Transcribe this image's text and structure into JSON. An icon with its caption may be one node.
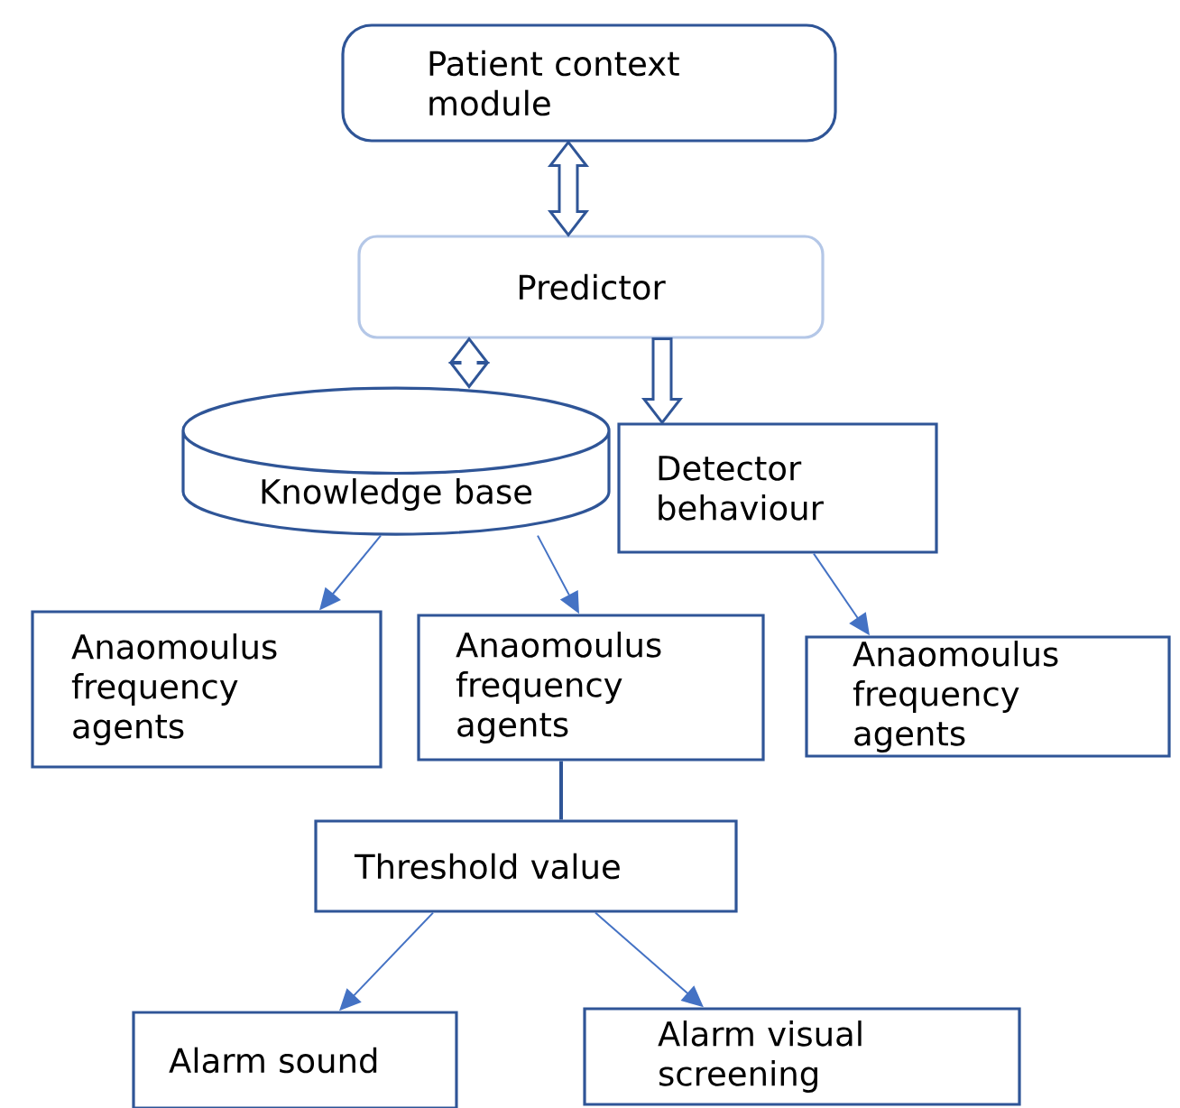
{
  "diagram": {
    "nodes": [
      {
        "text": [
          "Patient context module"
        ]
      },
      {
        "text": [
          "Predictor"
        ]
      },
      {
        "text": [
          "Knowledge base"
        ]
      },
      {
        "text": [
          "Detector behaviour"
        ]
      },
      {
        "text": [
          "Anaomoulus frequency agents"
        ]
      },
      {
        "text": [
          "Anaomoulus frequency agents"
        ]
      },
      {
        "text": [
          "Anaomoulus frequency agents"
        ]
      },
      {
        "text": [
          "Threshold value"
        ]
      },
      {
        "text": [
          "Alarm sound"
        ]
      },
      {
        "text": [
          "Alarm visual screening"
        ]
      }
    ],
    "edges": [
      {
        "from": 0,
        "to": 1,
        "arrow": "both",
        "style": "thick",
        "color": "#2f5597"
      },
      {
        "from": 1,
        "to": 2,
        "arrow": "both",
        "style": "thick",
        "color": "#2f5597"
      },
      {
        "from": 1,
        "to": 3,
        "arrow": "to",
        "style": "thick",
        "color": "#2f5597"
      },
      {
        "from": 2,
        "to": 4,
        "arrow": "to"
      },
      {
        "from": 2,
        "to": 5,
        "arrow": "to"
      },
      {
        "from": 3,
        "to": 6,
        "arrow": "to"
      },
      {
        "from": 5,
        "to": 7,
        "arrow": "none",
        "color": "#2f5597"
      },
      {
        "from": 7,
        "to": 8,
        "arrow": "to"
      },
      {
        "from": 7,
        "to": 9,
        "arrow": "to"
      }
    ]
  }
}
